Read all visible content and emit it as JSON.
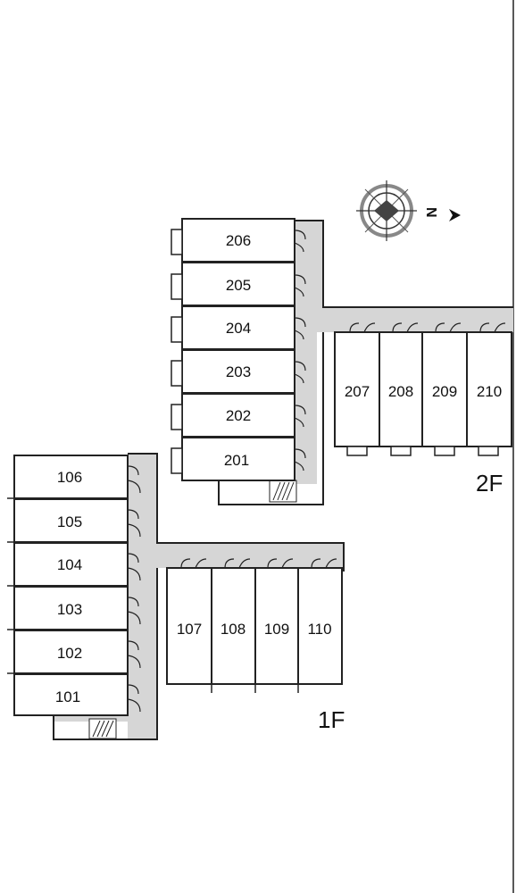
{
  "compass": {
    "north_letter": "N"
  },
  "floors": [
    {
      "label": "2F",
      "units": [
        "206",
        "205",
        "204",
        "203",
        "202",
        "201",
        "207",
        "208",
        "209",
        "210"
      ]
    },
    {
      "label": "1F",
      "units": [
        "106",
        "105",
        "104",
        "103",
        "102",
        "101",
        "107",
        "108",
        "109",
        "110"
      ]
    }
  ]
}
